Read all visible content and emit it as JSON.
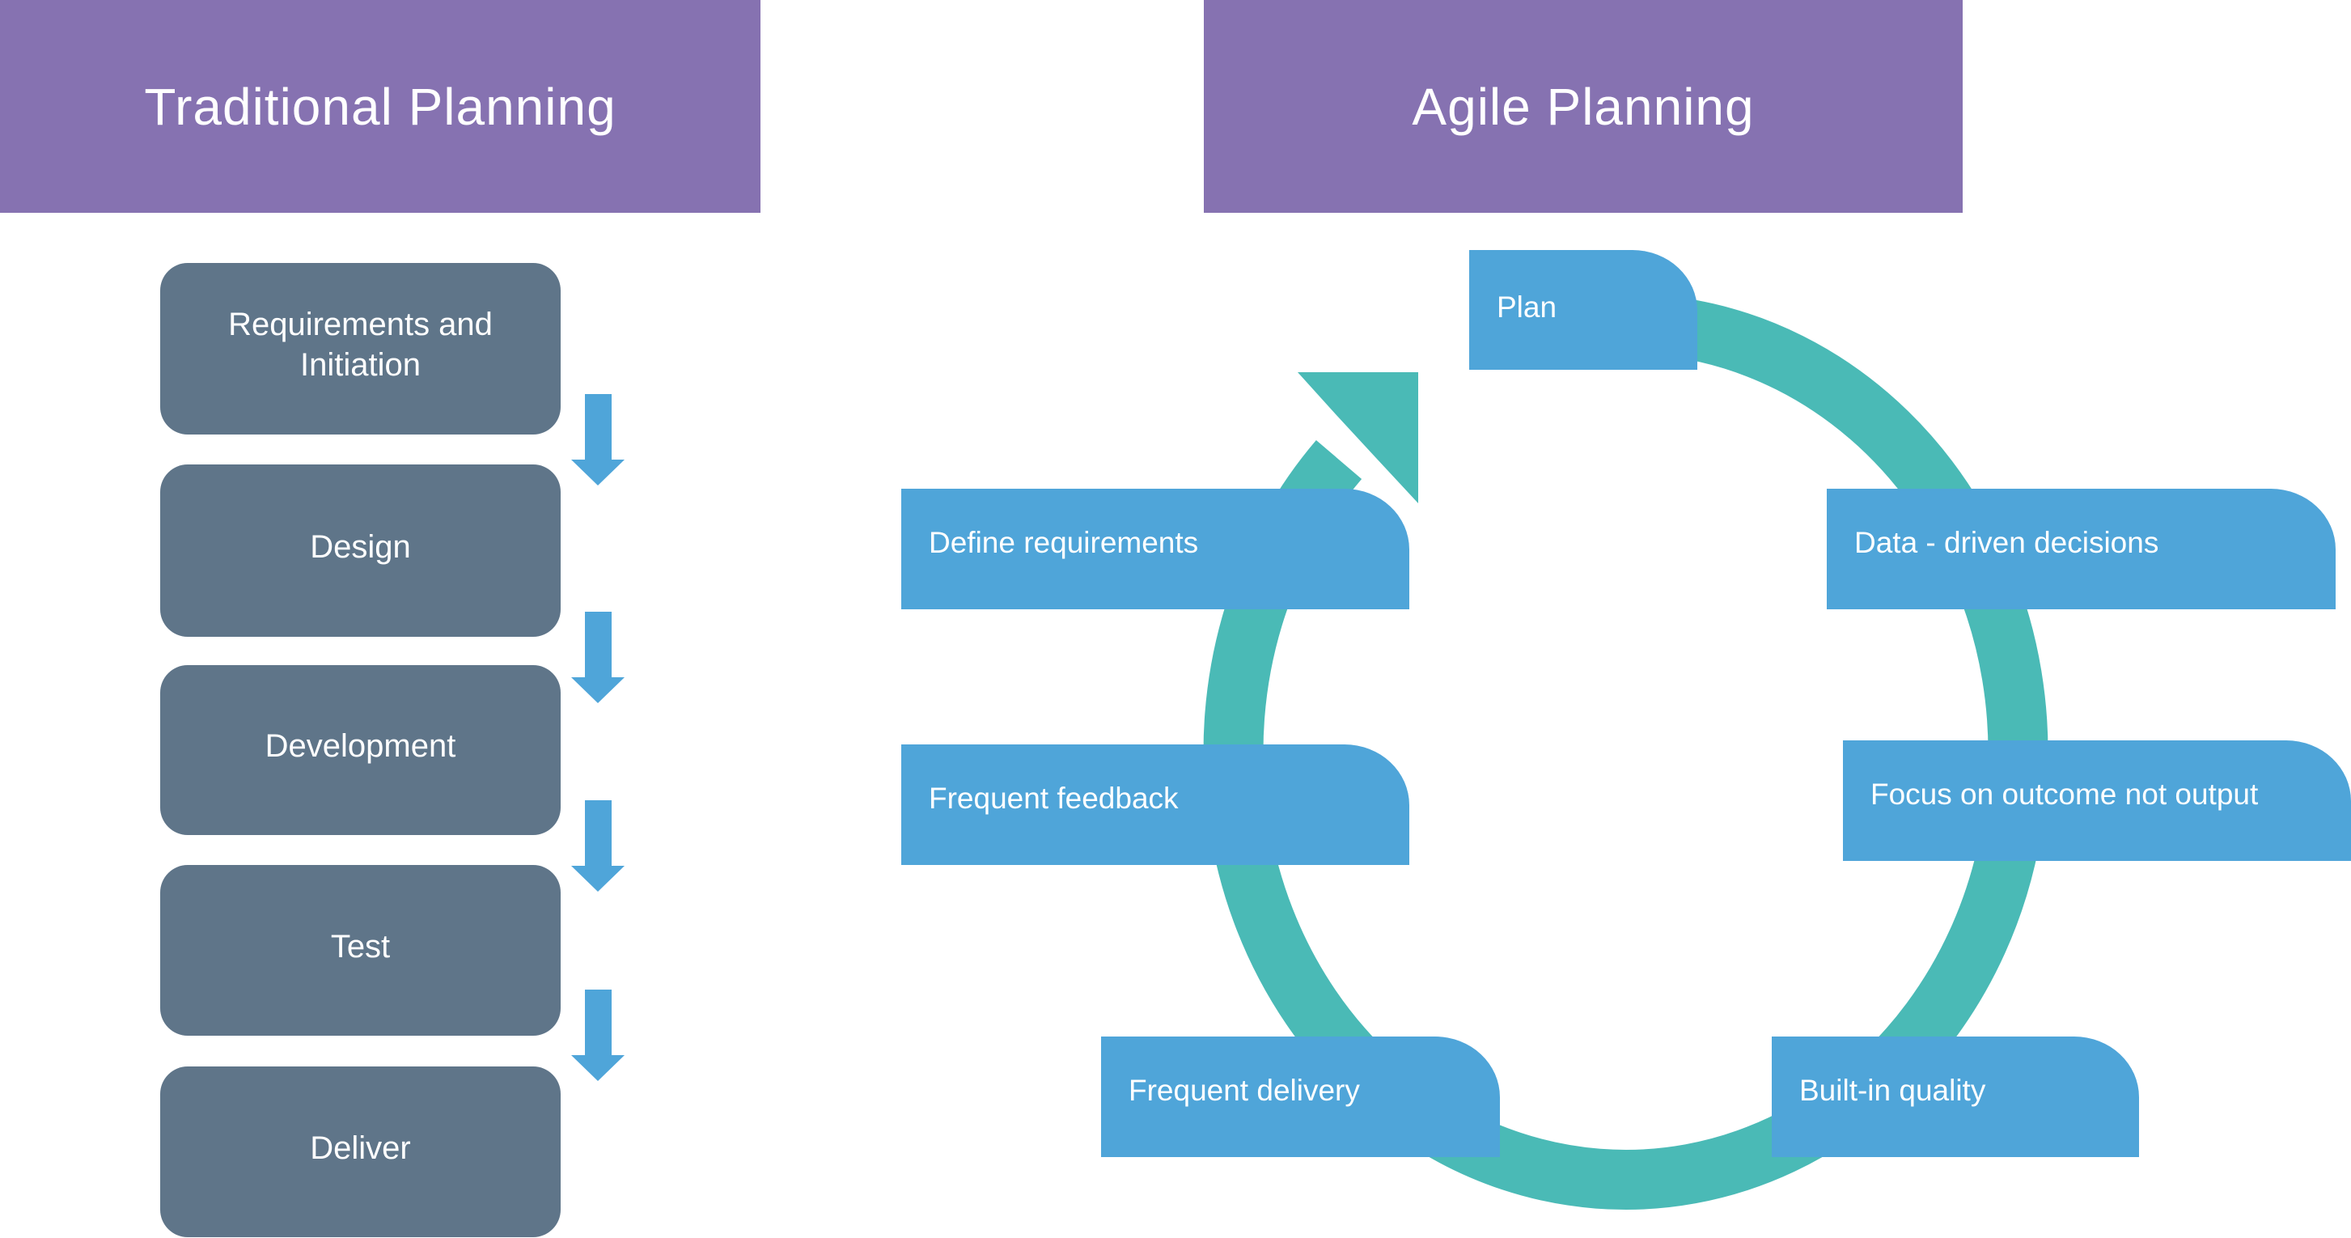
{
  "traditional": {
    "title": "Traditional Planning",
    "steps": [
      {
        "label": "Requirements and Initiation"
      },
      {
        "label": "Design"
      },
      {
        "label": "Development"
      },
      {
        "label": "Test"
      },
      {
        "label": "Deliver"
      }
    ]
  },
  "agile": {
    "title": "Agile Planning",
    "cycle_steps": [
      {
        "label": "Plan"
      },
      {
        "label": "Data - driven decisions"
      },
      {
        "label": "Focus on outcome not output"
      },
      {
        "label": "Built-in quality"
      },
      {
        "label": "Frequent delivery"
      },
      {
        "label": "Frequent feedback"
      },
      {
        "label": "Define requirements"
      }
    ]
  },
  "colors": {
    "header": "#8672b1",
    "traditional_box": "#5f7589",
    "arrow": "#4fa5d9",
    "agile_box": "#4fa5d9",
    "cycle_ring": "#4abab6"
  }
}
